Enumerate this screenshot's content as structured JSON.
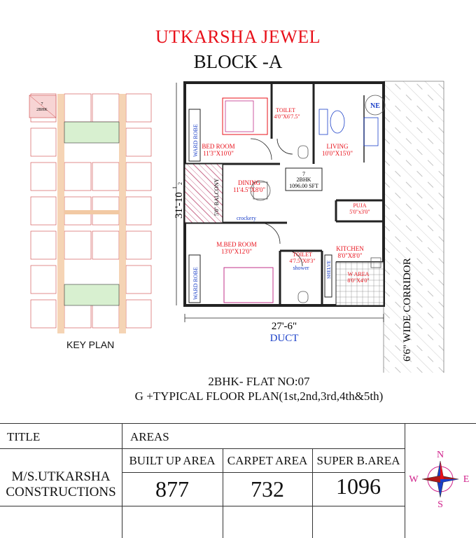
{
  "header": {
    "project": "UTKARSHA JEWEL",
    "block": "BLOCK -A"
  },
  "keyplan": {
    "label": "KEY PLAN",
    "unit_label": "7\n2BHK",
    "unit_no": "7",
    "unit_type": "2BHK"
  },
  "plan": {
    "rooms": {
      "bedroom": {
        "name": "BED ROOM",
        "size": "11'3\"X10'0\""
      },
      "toilet1": {
        "name": "TOILET",
        "size": "4'0\"X6'7.5\""
      },
      "living": {
        "name": "LIVING",
        "size": "10'0\"X15'0\""
      },
      "dining": {
        "name": "DINING",
        "size": "11'4.5\"X8'0\""
      },
      "balcony": {
        "name": "5'0\" BALCONY"
      },
      "puja": {
        "name": "PUJA",
        "size": "5'0\"x3'0\""
      },
      "master": {
        "name": "M.BED ROOM",
        "size": "13'0\"X12'0\""
      },
      "toilet2": {
        "name": "TOILET",
        "size": "4'7.5\"X8'3\""
      },
      "kitchen": {
        "name": "KITCHEN",
        "size": "8'0\"X8'0\""
      },
      "warea": {
        "name": "W AREA",
        "size": "8'0\"X4'0\""
      }
    },
    "wardrobe1": "WARD ROBE",
    "wardrobe2": "WARD ROBE",
    "crockery": "crockery",
    "shower": "shower",
    "shelve": "SHELVE",
    "ne": "NE",
    "unit_no": "7",
    "unit_type": "2BHK",
    "unit_area": "1096.00 SFT",
    "width_dim": "27'-6\"",
    "height_dim": "31'-10",
    "height_frac_num": "1",
    "height_frac_den": "2",
    "duct": "DUCT",
    "corridor": "6'6\" WIDE CORRIDOR"
  },
  "subtitle": {
    "line1": "2BHK- FLAT NO:07",
    "line2": "G +TYPICAL FLOOR  PLAN(1st,2nd,3rd,4th&5th)"
  },
  "table": {
    "title_header": "TITLE",
    "areas_header": "AREAS",
    "company_line1": "M/S.UTKARSHA",
    "company_line2": "CONSTRUCTIONS",
    "columns": [
      "BUILT UP AREA",
      "CARPET AREA",
      "SUPER B.AREA"
    ],
    "values": [
      "877",
      "732",
      "1096"
    ]
  },
  "compass": {
    "n": "N",
    "s": "S",
    "e": "E",
    "w": "W"
  },
  "colors": {
    "title": "#e8101a",
    "rooms": "#e8101a",
    "duct": "#1a3fc8",
    "compass_letters": "#d0208a",
    "keyplan_corridor": "#f2c9a3"
  }
}
